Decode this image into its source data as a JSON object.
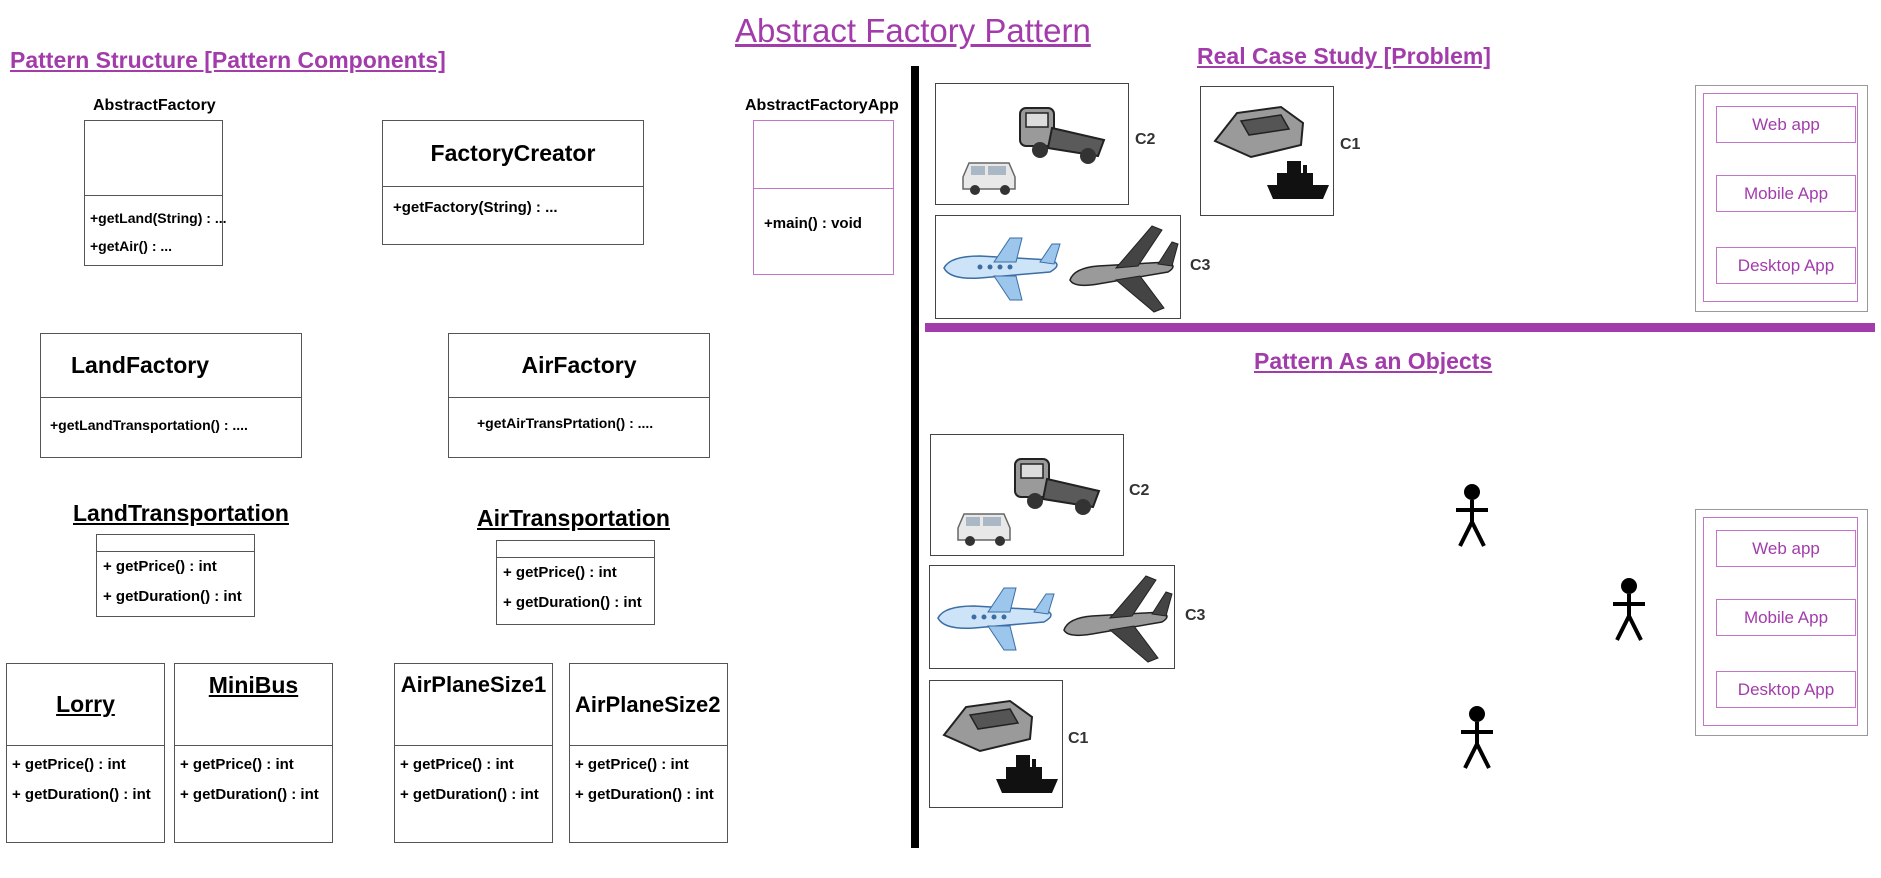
{
  "title": "Abstract Factory Pattern",
  "sections": {
    "structure": "Pattern Structure [Pattern Components]",
    "case_study": "Real Case Study [Problem]",
    "objects": "Pattern As an Objects"
  },
  "classes": {
    "abstract_factory": {
      "name": "AbstractFactory",
      "ops": [
        "+getLand(String) : ...",
        "+getAir() : ..."
      ]
    },
    "factory_creator": {
      "name": "FactoryCreator",
      "ops": [
        "+getFactory(String) : ..."
      ]
    },
    "abstract_factory_app": {
      "name": "AbstractFactoryApp",
      "ops": [
        "+main() : void"
      ]
    },
    "land_factory": {
      "name": "LandFactory",
      "ops": [
        "+getLandTransportation() : ...."
      ]
    },
    "air_factory": {
      "name": "AirFactory",
      "ops": [
        "+getAirTransPrtation() : ...."
      ]
    },
    "land_transportation": {
      "name": "LandTransportation",
      "ops": [
        "+ getPrice() : int",
        "+ getDuration() : int"
      ]
    },
    "air_transportation": {
      "name": "AirTransportation",
      "ops": [
        "+ getPrice() : int",
        "+ getDuration() : int"
      ]
    },
    "lorry": {
      "name": "Lorry",
      "ops": [
        "+ getPrice() : int",
        "+ getDuration() : int"
      ]
    },
    "minibus": {
      "name": "MiniBus",
      "ops": [
        "+ getPrice() : int",
        "+ getDuration() : int"
      ]
    },
    "airplane1": {
      "name": "AirPlaneSize1",
      "ops": [
        "+ getPrice() : int",
        "+ getDuration() : int"
      ]
    },
    "airplane2": {
      "name": "AirPlaneSize2",
      "ops": [
        "+ getPrice() : int",
        "+ getDuration() : int"
      ]
    }
  },
  "case_labels": {
    "c1": "C1",
    "c2": "C2",
    "c3": "C3"
  },
  "apps": [
    "Web app",
    "Mobile App",
    "Desktop App"
  ],
  "colors": {
    "accent": "#a23cab",
    "divider": "#000000",
    "border": "#555555"
  }
}
